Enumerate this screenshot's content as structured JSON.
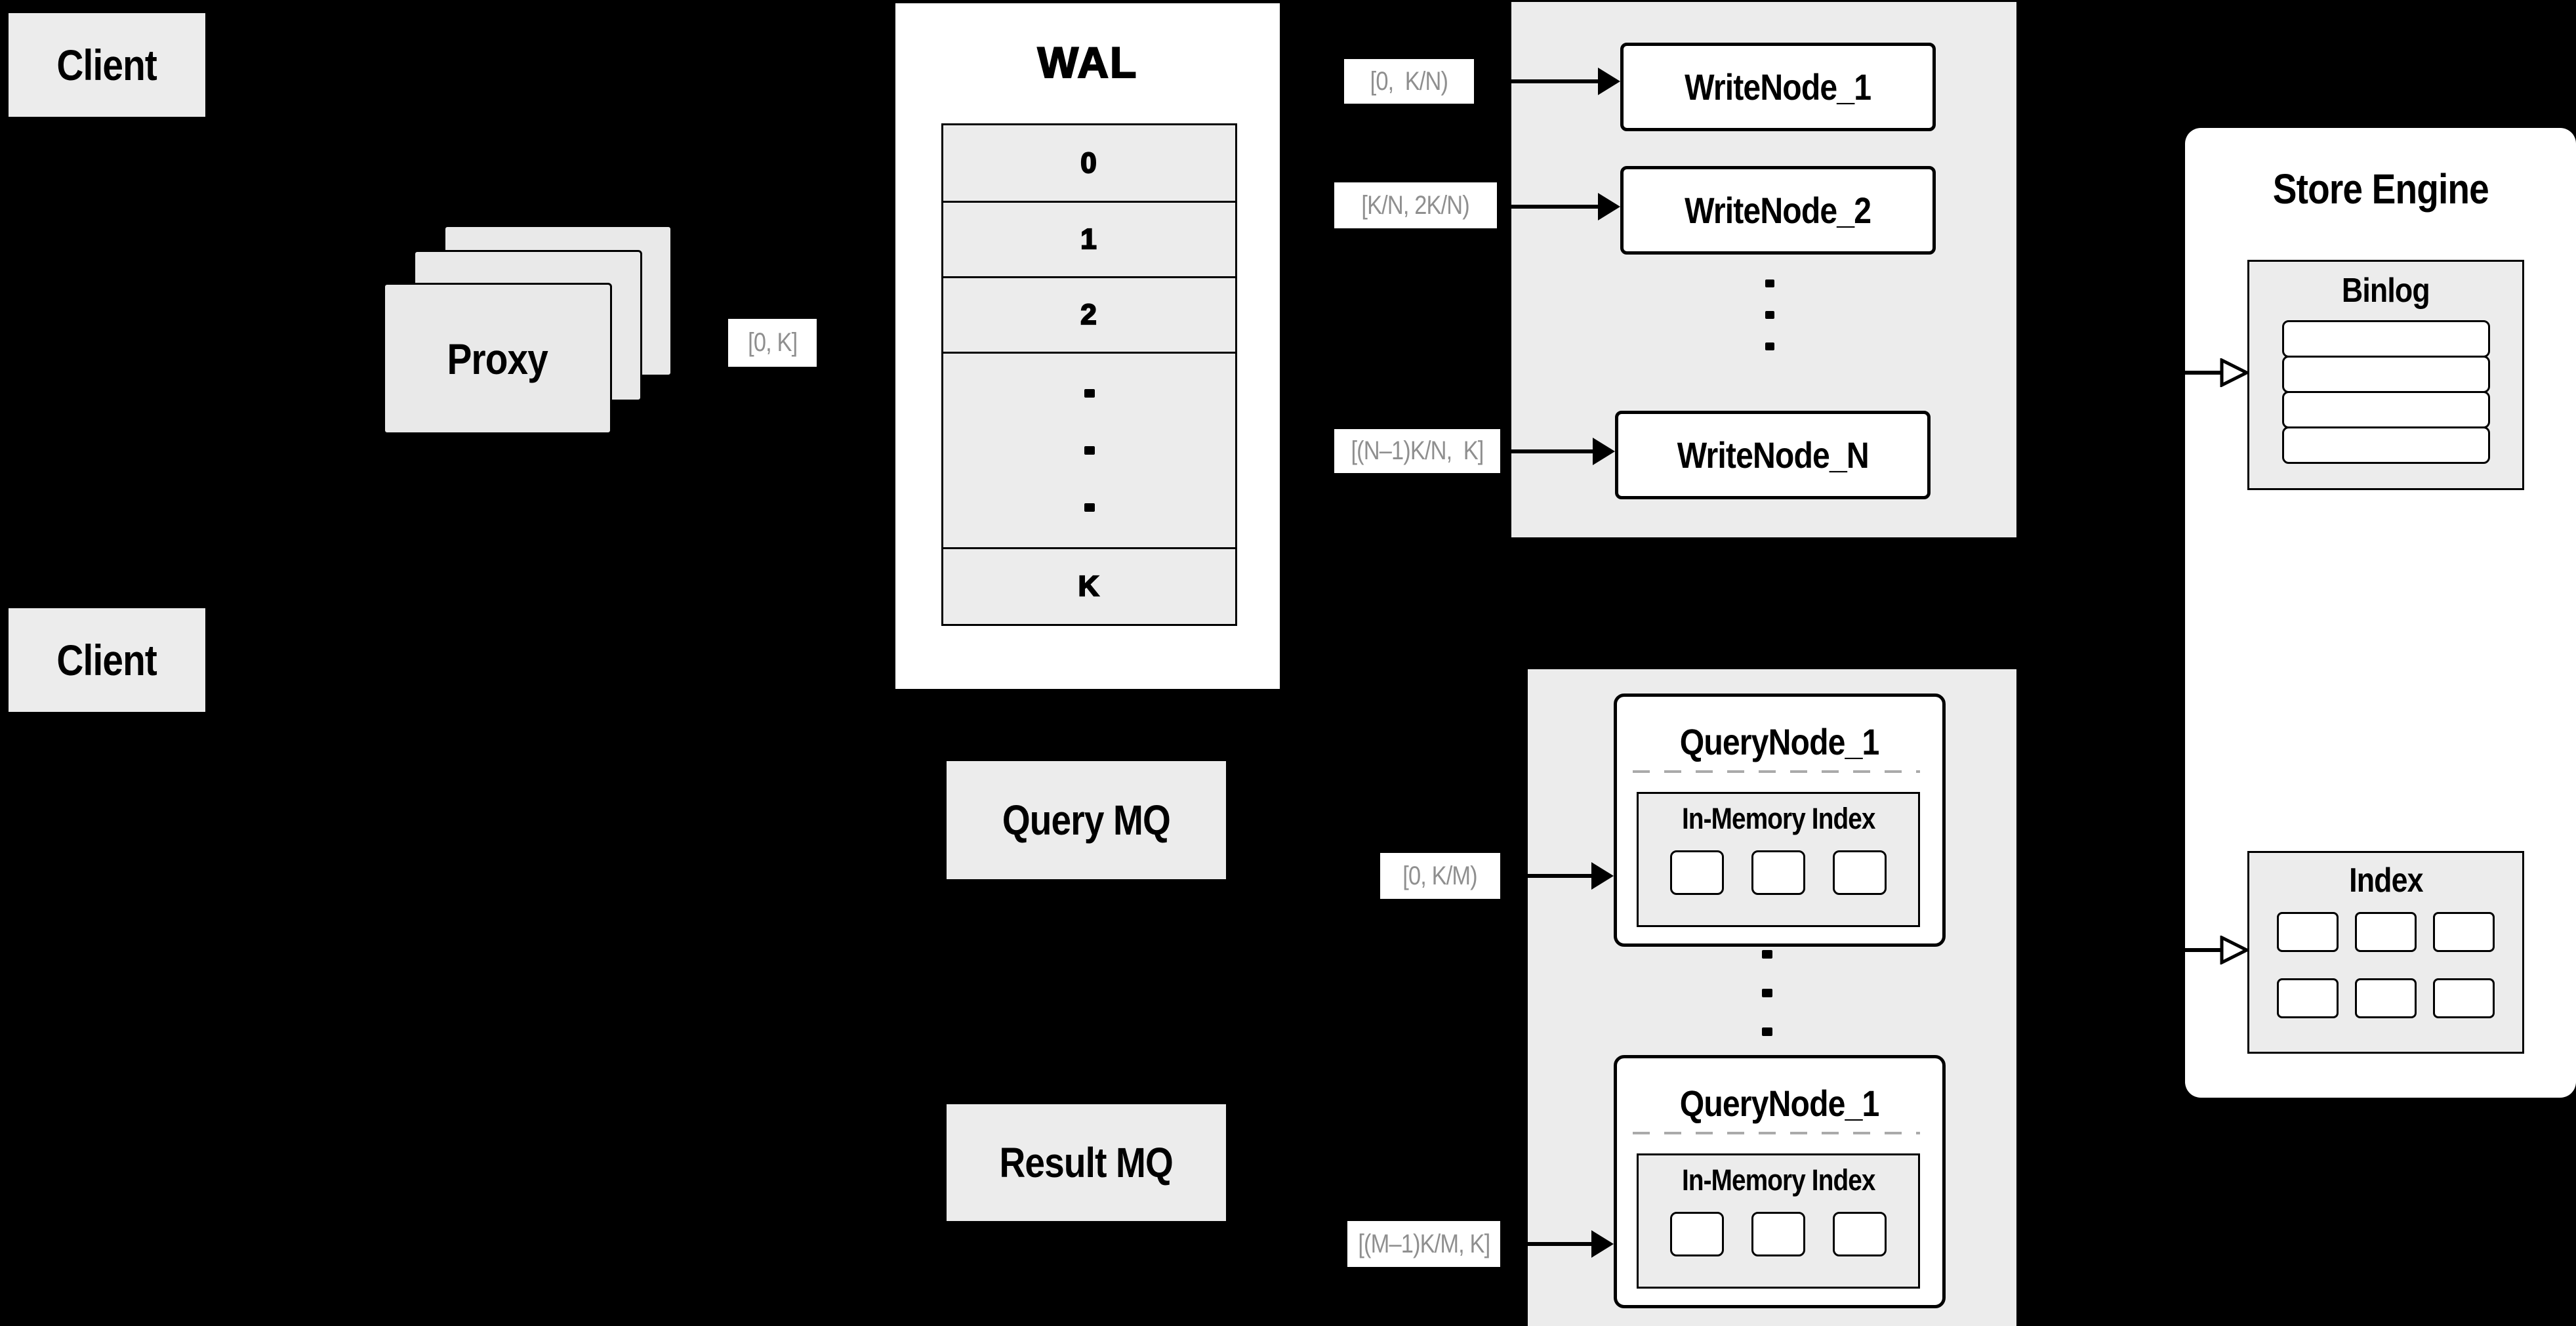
{
  "colors": {
    "background": "#000000",
    "panel_gray": "#ececec",
    "card_white": "#ffffff",
    "border_black": "#000000",
    "range_label_gray": "#8f8f8f",
    "dash_gray": "#aaaaaa"
  },
  "client_top": {
    "label": "Client"
  },
  "client_bottom": {
    "label": "Client"
  },
  "proxy": {
    "label": "Proxy"
  },
  "wal": {
    "title": "WAL",
    "rows": [
      "0",
      "1",
      "2"
    ],
    "last_row": "K"
  },
  "labels": {
    "proxy_to_wal": "[0, K]",
    "wal_to_wn1": "[0,  K/N)",
    "wal_to_wn2": "[K/N, 2K/N)",
    "wal_to_wnN": "[(N–1)K/N,  K]",
    "mq_to_qn_top": "[0, K/M)",
    "mq_to_qn_bottom": "[(M–1)K/M, K]"
  },
  "write_nodes": {
    "node1": "WriteNode_1",
    "node2": "WriteNode_2",
    "nodeN": "WriteNode_N"
  },
  "query_nodes": {
    "top": {
      "title": "QueryNode_1",
      "subtitle": "In-Memory Index"
    },
    "bottom": {
      "title": "QueryNode_1",
      "subtitle": "In-Memory Index"
    }
  },
  "mq": {
    "query": "Query MQ",
    "result": "Result MQ"
  },
  "store_engine": {
    "title": "Store Engine",
    "binlog_title": "Binlog",
    "index_title": "Index"
  }
}
